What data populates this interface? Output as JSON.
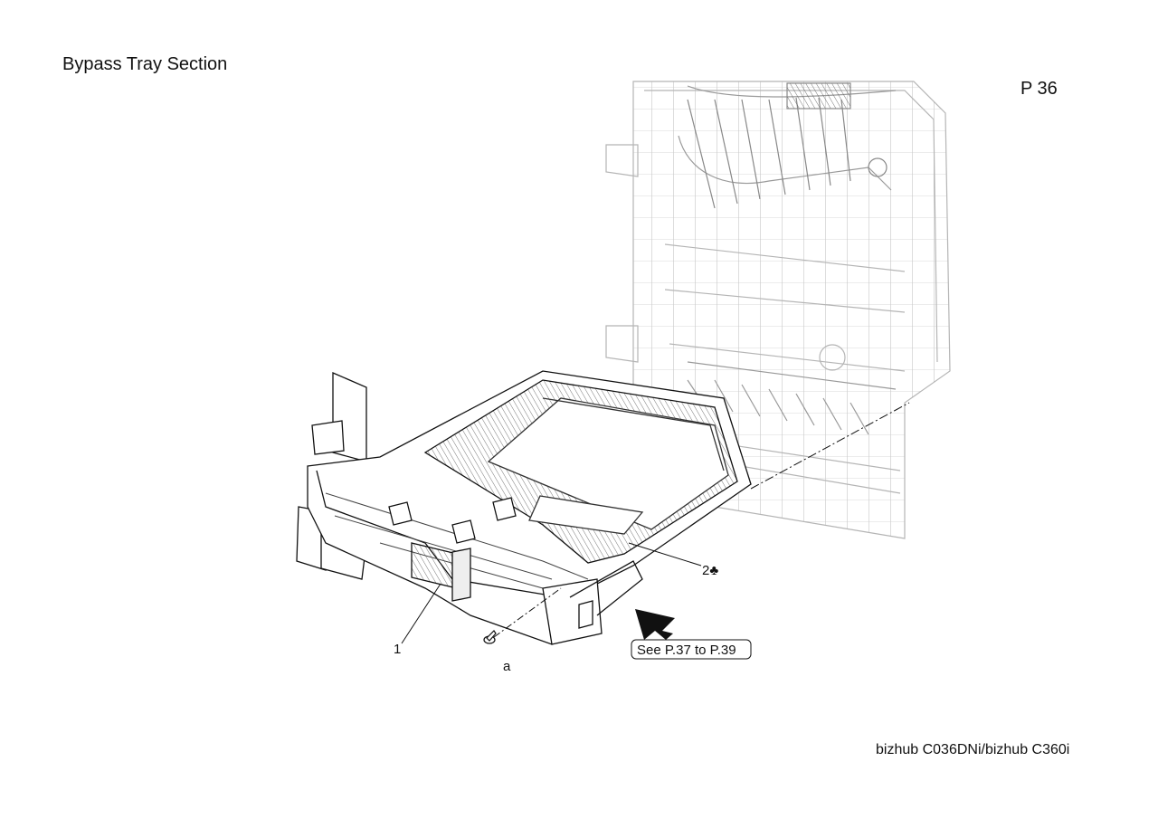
{
  "header": {
    "title": "Bypass Tray Section",
    "page_number": "P 36"
  },
  "diagram": {
    "callouts": [
      {
        "id": "part-1",
        "label": "1"
      },
      {
        "id": "part-2",
        "label": "2♣"
      },
      {
        "id": "screw-a",
        "label": "a"
      }
    ],
    "reference_label": "See P.37 to P.39"
  },
  "footer": {
    "model": "bizhub C036DNi/bizhub C360i"
  }
}
